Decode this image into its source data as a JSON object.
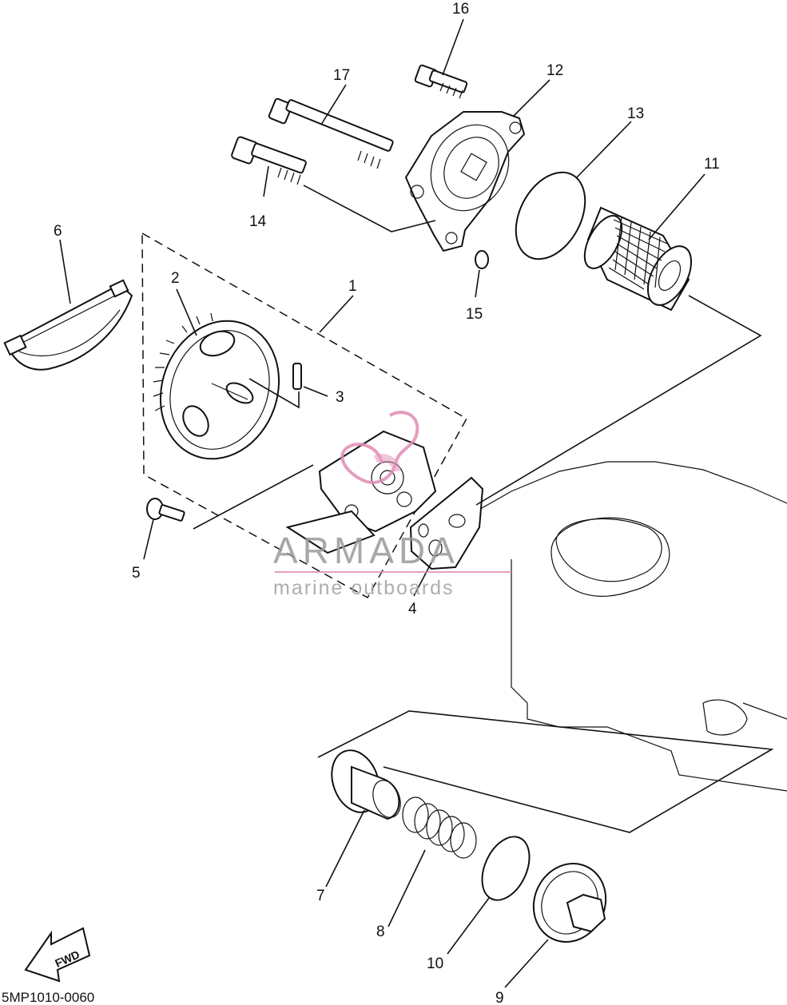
{
  "diagram": {
    "code": "5MP1010-0060",
    "direction_marker": "FWD",
    "watermark": {
      "brand": "ARMADA",
      "tagline": "marine outboards",
      "accent_color": "#e08cb4",
      "text_color": "#9a9a9a"
    },
    "callouts": [
      "1",
      "2",
      "3",
      "4",
      "5",
      "6",
      "7",
      "8",
      "9",
      "10",
      "11",
      "12",
      "13",
      "14",
      "15",
      "16",
      "17"
    ]
  }
}
